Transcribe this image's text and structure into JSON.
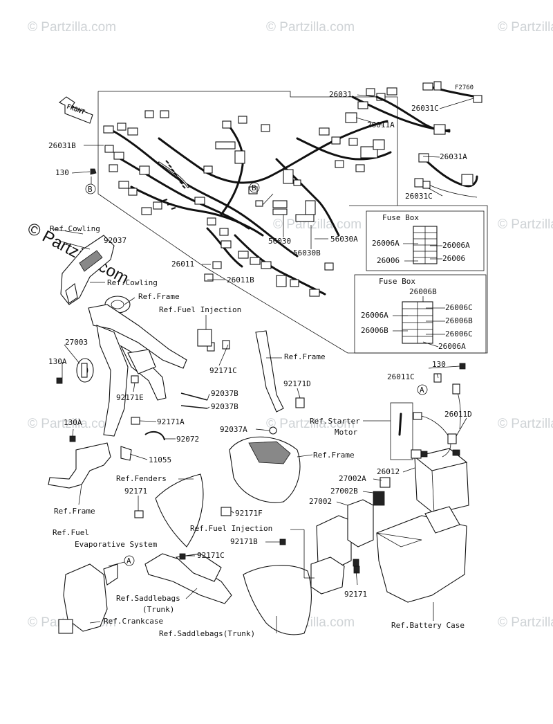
{
  "watermark": "© Partzilla.com",
  "figure_code": "F2760",
  "front_arrow": "FRONT",
  "fuse_box_1": {
    "title": "Fuse Box",
    "left": [
      "26006A",
      "26006"
    ],
    "right": [
      "26006A",
      "26006"
    ]
  },
  "fuse_box_2": {
    "title": "Fuse Box",
    "top": "26006B",
    "left": [
      "26006A",
      "26006B"
    ],
    "right": [
      "26006C",
      "26006B",
      "26006C",
      "26006A"
    ]
  },
  "callouts": {
    "p26031": "26031",
    "p26031C_top": "26031C",
    "p26011A": "26011A",
    "p26031B": "26031B",
    "p130_top": "130",
    "pB1": "B",
    "pB2": "B",
    "p26031A": "26031A",
    "p26031C_mid": "26031C",
    "p56030": "56030",
    "p56030B": "56030B",
    "p56030A": "56030A",
    "p26011": "26011",
    "p26011B": "26011B",
    "refCowling1": "Ref.Cowling",
    "p92037": "92037",
    "refCowling2": "Ref.Cowling",
    "refFrame1": "Ref.Frame",
    "refFuelInj1": "Ref.Fuel Injection",
    "p27003": "27003",
    "p130A_1": "130A",
    "p92171C_1": "92171C",
    "refFrame2": "Ref.Frame",
    "p92171E": "92171E",
    "p92037B_1": "92037B",
    "p92037B_2": "92037B",
    "p92171D": "92171D",
    "p130_right": "130",
    "p26011C": "26011C",
    "pA1": "A",
    "p130A_2": "130A",
    "p92171A": "92171A",
    "p92072": "92072",
    "p11055": "11055",
    "p92037A": "92037A",
    "refStarter1": "Ref.Starter",
    "refStarter2": "Motor",
    "p26011D": "26011D",
    "refFrame3": "Ref.Frame",
    "p26012": "26012",
    "refFenders": "Ref.Fenders",
    "p92171": "92171",
    "refFrame4": "Ref.Frame",
    "p27002A": "27002A",
    "p27002B": "27002B",
    "p27002": "27002",
    "p92171F": "92171F",
    "refFuelInj2": "Ref.Fuel Injection",
    "refFuelEvap1": "Ref.Fuel",
    "refFuelEvap2": "Evaporative System",
    "p92171B": "92171B",
    "pA2": "A",
    "p92171C_2": "92171C",
    "refSaddle1a": "Ref.Saddlebags",
    "refSaddle1b": "(Trunk)",
    "p92171_low": "92171",
    "refCrankcase": "Ref.Crankcase",
    "refSaddle2": "Ref.Saddlebags(Trunk)",
    "refBattery": "Ref.Battery Case"
  }
}
